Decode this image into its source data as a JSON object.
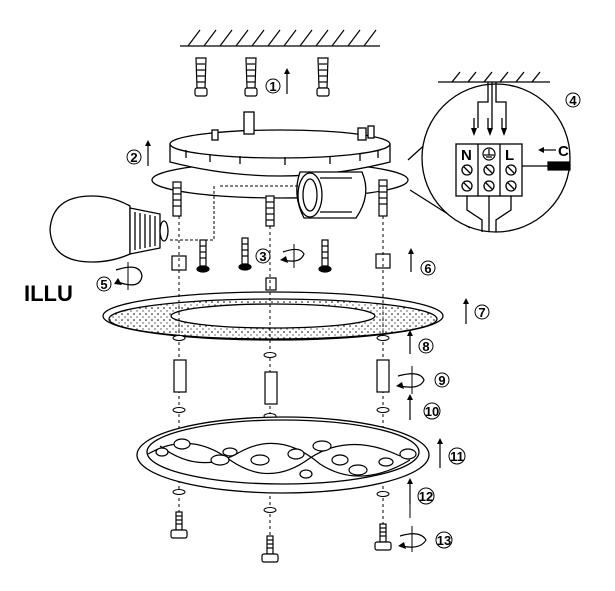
{
  "diagram": {
    "brand_label": "ILLU",
    "steps": [
      "1",
      "2",
      "3",
      "4",
      "5",
      "6",
      "7",
      "8",
      "9",
      "10",
      "11",
      "12",
      "13"
    ],
    "terminals": [
      "N",
      "L"
    ],
    "earth_symbol": "earth-ground-icon",
    "clamp_letter": "C",
    "line_color": "#000000",
    "background": "#ffffff"
  }
}
